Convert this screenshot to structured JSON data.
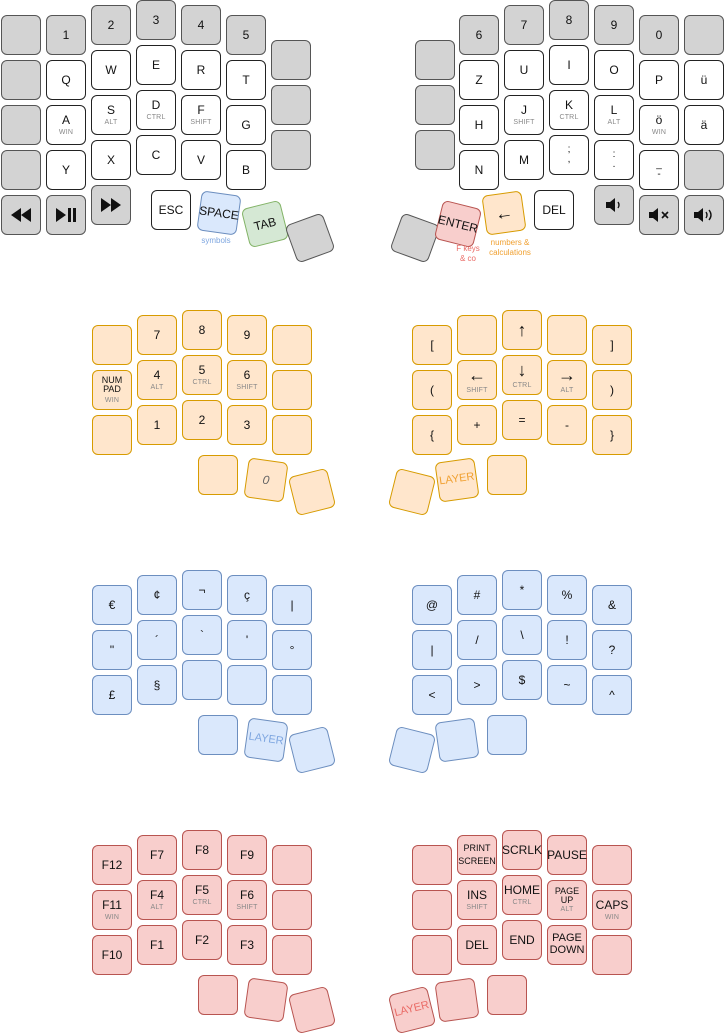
{
  "base": {
    "numbers": [
      "1",
      "2",
      "3",
      "4",
      "5",
      "6",
      "7",
      "8",
      "9",
      "0"
    ],
    "letters": {
      "q": "Q",
      "w": "W",
      "e": "E",
      "r": "R",
      "t": "T",
      "a": "A",
      "s": "S",
      "d": "D",
      "f": "F",
      "g": "G",
      "y": "Y",
      "x": "X",
      "c": "C",
      "v": "V",
      "b": "B",
      "z": "Z",
      "u": "U",
      "i": "I",
      "o": "O",
      "p": "P",
      "ue": "ü",
      "h": "H",
      "j": "J",
      "k": "K",
      "l": "L",
      "oe": "ö",
      "ae": "ä",
      "n": "N",
      "m": "M",
      "semicolon": ";\n,",
      "colon": ":\n.",
      "underscore": "_\n-"
    },
    "mods": {
      "win": "WIN",
      "alt": "ALT",
      "ctrl": "CTRL",
      "shift": "SHIFT"
    },
    "thumbs": {
      "esc": "ESC",
      "space": "SPACE",
      "tab": "TAB",
      "enter": "ENTER",
      "backspace": "←",
      "del": "DEL"
    },
    "captions": {
      "symbols": "symbols",
      "fkeys": "F keys\n& co",
      "numbers": "numbers &\ncalculations"
    }
  },
  "numpad": {
    "left": {
      "numpad_main": "NUM\nPAD",
      "numpad_sub": "WIN",
      "k7": "7",
      "k8": "8",
      "k9": "9",
      "k4": "4",
      "k5": "5",
      "k6": "6",
      "k1": "1",
      "k2": "2",
      "k3": "3",
      "k0": "0"
    },
    "right": {
      "lbracket": "[",
      "rbracket": "]",
      "lparen": "(",
      "rparen": ")",
      "lbrace": "{",
      "rbrace": "}",
      "up": "↑",
      "down": "↓",
      "left": "←",
      "right": "→",
      "plus": "+",
      "equals": "=",
      "minus": "-",
      "layer": "LAYER"
    }
  },
  "symbols": {
    "left": {
      "euro": "€",
      "cent": "¢",
      "not": "¬",
      "ccedil": "ç",
      "pipe": "|",
      "quote": "\"",
      "acute": "´",
      "grave": "`",
      "apos": "'",
      "degree": "°",
      "pound": "£",
      "section": "§",
      "layer": "LAYER"
    },
    "right": {
      "at": "@",
      "hash": "#",
      "star": "*",
      "percent": "%",
      "amp": "&",
      "bar": "|",
      "slash": "/",
      "backslash": "\\",
      "excl": "!",
      "question": "?",
      "lt": "<",
      "gt": ">",
      "dollar": "$",
      "tilde": "~",
      "caret": "^"
    }
  },
  "fkeys": {
    "left": {
      "f1": "F1",
      "f2": "F2",
      "f3": "F3",
      "f4": "F4",
      "f5": "F5",
      "f6": "F6",
      "f7": "F7",
      "f8": "F8",
      "f9": "F9",
      "f10": "F10",
      "f11": "F11",
      "f12": "F12"
    },
    "right": {
      "print": "PRINT\nSCREEN",
      "scrlk": "SCRLK",
      "pause": "PAUSE",
      "ins": "INS",
      "home": "HOME",
      "pageup": "PAGE\nUP",
      "caps": "CAPS",
      "del": "DEL",
      "end": "END",
      "pagedown": "PAGE\nDOWN",
      "layer": "LAYER"
    }
  },
  "icons": {
    "rewind": "rewind-icon",
    "playpause": "play-pause-icon",
    "forward": "fast-forward-icon",
    "voldown": "volume-down-icon",
    "mute": "mute-icon",
    "volup": "volume-up-icon"
  }
}
